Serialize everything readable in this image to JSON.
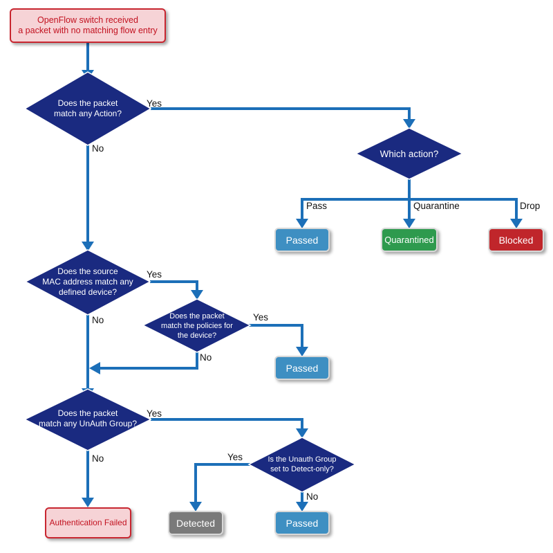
{
  "colors": {
    "flow": "#1c6fb8",
    "diamond": "#1a2a80",
    "passed": "#3e8fc2",
    "quarantined": "#2e9a4e",
    "blocked": "#c0262b",
    "detected": "#7a7a7a",
    "start_fill": "#f6d3d6",
    "start_text": "#c2111f"
  },
  "start": {
    "line1": "OpenFlow switch received",
    "line2": "a packet with no matching flow entry"
  },
  "decisions": {
    "match_action": {
      "line1": "Does the packet",
      "line2": "match any Action?"
    },
    "which_action": {
      "line1": "Which action?"
    },
    "source_mac": {
      "line1": "Does the source",
      "line2": "MAC address match any",
      "line3": "defined device?"
    },
    "policies": {
      "line1": "Does the packet",
      "line2": "match the policies for",
      "line3": "the device?"
    },
    "unauth_group": {
      "line1": "Does the packet",
      "line2": "match any UnAuth Group?"
    },
    "detect_only": {
      "line1": "Is the Unauth Group",
      "line2": "set to Detect-only?"
    }
  },
  "edge_labels": {
    "yes_action": "Yes",
    "no_action": "No",
    "pass": "Pass",
    "quarantine": "Quarantine",
    "drop": "Drop",
    "yes_mac": "Yes",
    "no_mac": "No",
    "yes_policy": "Yes",
    "no_policy": "No",
    "yes_unauth": "Yes",
    "no_unauth": "No",
    "yes_detect": "Yes",
    "no_detect": "No"
  },
  "outcomes": {
    "passed_action": "Passed",
    "quarantined": "Quarantined",
    "blocked": "Blocked",
    "passed_policy": "Passed",
    "auth_failed": "Authentication Failed",
    "detected": "Detected",
    "passed_detect": "Passed"
  }
}
